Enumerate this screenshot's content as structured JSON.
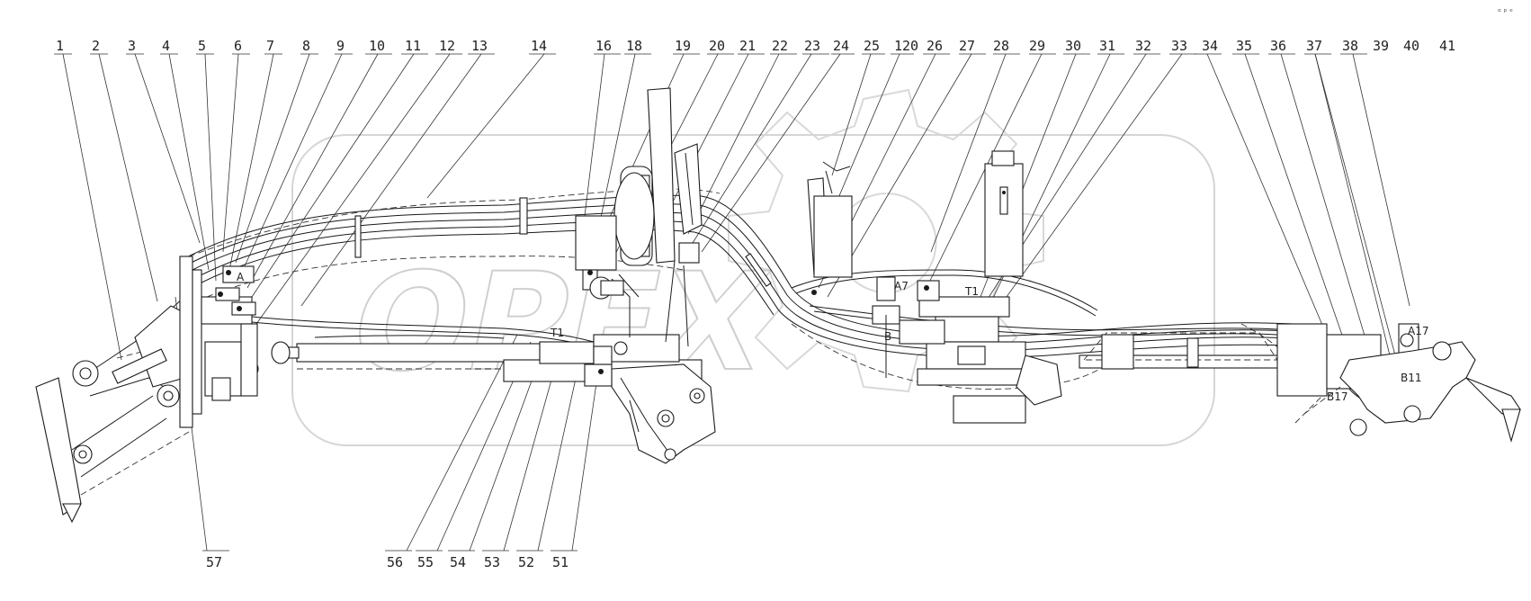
{
  "drawing": {
    "kind": "hydraulic hose routing assembly drawing",
    "watermark_word": "OPEX",
    "watermark_icon": "gear-outline-icon",
    "top_right_marker": "ᵅ ᵖ ᵉ"
  },
  "callouts": {
    "top": [
      "1",
      "2",
      "3",
      "4",
      "5",
      "6",
      "7",
      "8",
      "9",
      "10",
      "11",
      "12",
      "13",
      "14",
      "16",
      "18",
      "19",
      "20",
      "21",
      "22",
      "23",
      "24",
      "25",
      "120",
      "26",
      "27",
      "28",
      "29",
      "30",
      "31",
      "32",
      "33",
      "34",
      "35",
      "36",
      "37",
      "38",
      "39",
      "40",
      "41"
    ],
    "bottom": [
      "56",
      "55",
      "54",
      "53",
      "52",
      "51"
    ],
    "left_bottom": "57"
  },
  "port_labels": {
    "a": "A",
    "t1_left": "T1",
    "a7": "A7",
    "t1_right": "T1",
    "b": "B",
    "a17": "A17",
    "b11": "B11",
    "b17": "B17"
  }
}
